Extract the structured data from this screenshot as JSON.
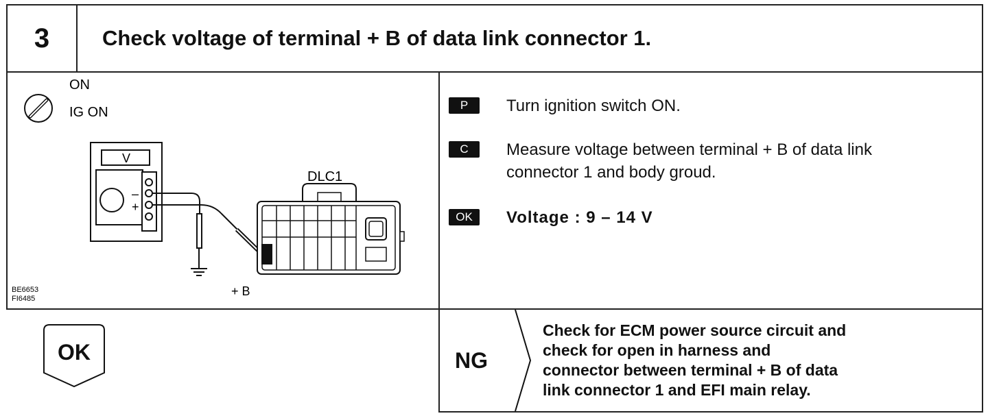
{
  "header": {
    "step_number": "3",
    "title": "Check voltage of terminal  + B of data link connector 1."
  },
  "illustration": {
    "ig_on_label": "ON",
    "ig_switch_label": "IG ON",
    "meter_label": "V",
    "minus_label": "–",
    "plus_label": "+",
    "connector_label": "DLC1",
    "terminal_label": "+ B",
    "code_1": "BE6653",
    "code_2": "FI6485"
  },
  "instructions": [
    {
      "tag": "P",
      "lines": [
        "Turn ignition switch ON."
      ]
    },
    {
      "tag": "C",
      "lines": [
        "Measure voltage between terminal  + B of data link",
        "connector 1 and body groud."
      ]
    },
    {
      "tag": "OK",
      "lines": [
        "Voltage :   9 – 14 V"
      ]
    }
  ],
  "ok_result": {
    "label": "OK"
  },
  "ng_result": {
    "label": "NG",
    "lines": [
      "Check for ECM power source circuit and",
      "check for open in harness and",
      "connector between terminal  + B of data",
      "link connector 1 and EFI main relay."
    ]
  }
}
